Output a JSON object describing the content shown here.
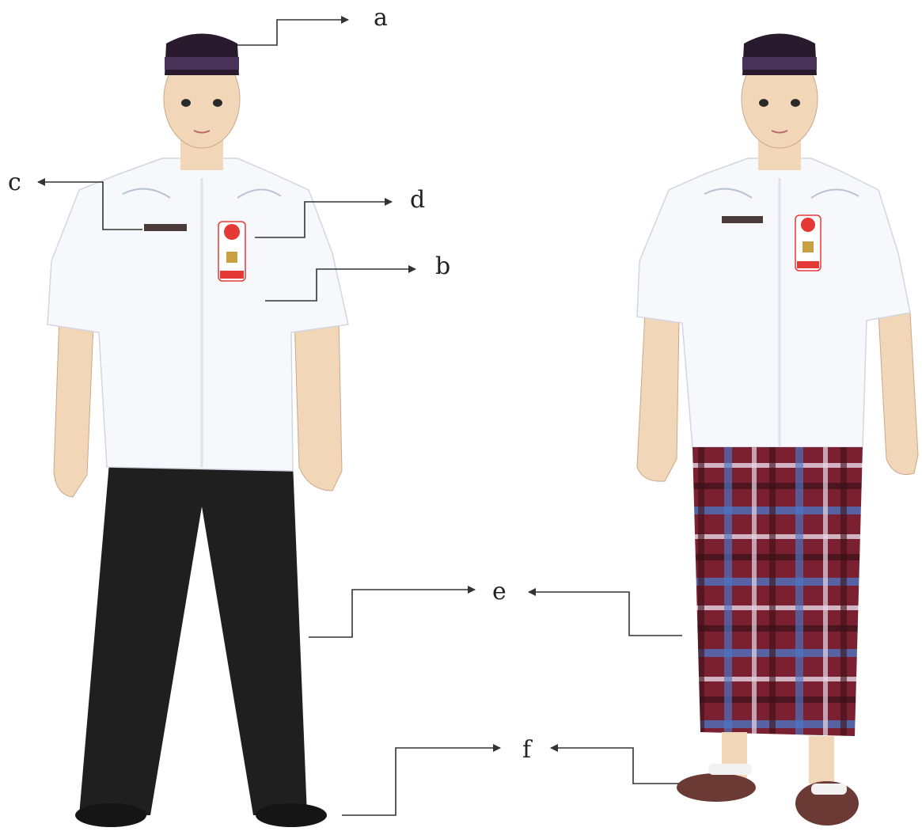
{
  "labels": {
    "a": "a",
    "b": "b",
    "c": "c",
    "d": "d",
    "e": "e",
    "f": "f"
  },
  "colors": {
    "peci": "#2a1a2e",
    "peci_band": "#4a3358",
    "skin": "#f2d6b8",
    "shirt": "#f7f8fb",
    "shirt_shade": "#e3e6ee",
    "trousers": "#1f1f1f",
    "badge_red": "#e53935",
    "name_tag": "#4a3a3a",
    "sarong_base": "#7a2030",
    "sarong_blue": "#4a78c8",
    "sarong_light": "#e8d8e8",
    "sandal_strap": "#f2f2f2",
    "sandal_sole": "#6b3a35",
    "leader_line": "#333333"
  }
}
